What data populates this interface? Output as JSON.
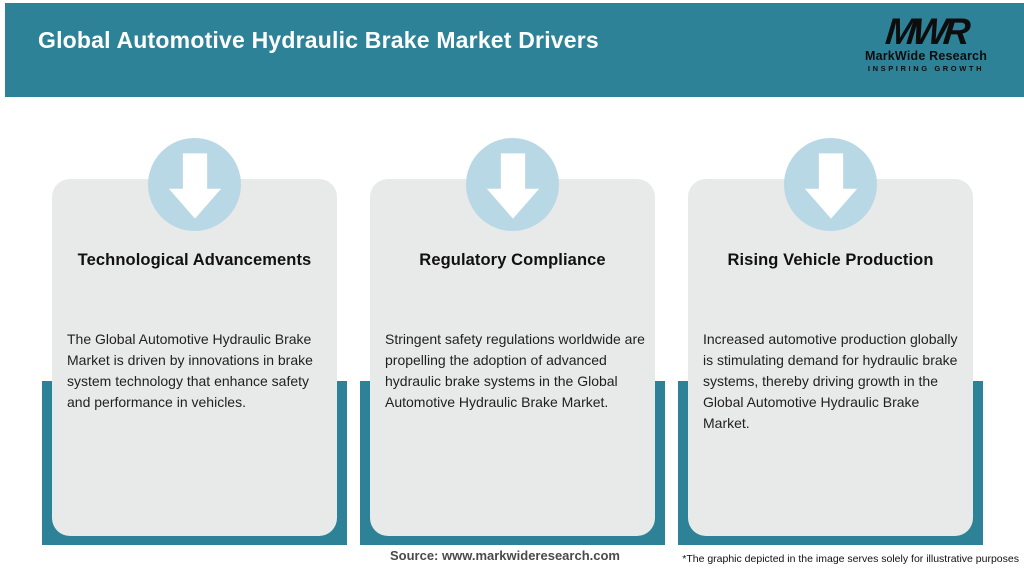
{
  "header": {
    "title": "Global Automotive Hydraulic Brake Market Drivers",
    "logo": {
      "monogram": "MWR",
      "name": "MarkWide Research",
      "tagline": "INSPIRING GROWTH"
    }
  },
  "cards": [
    {
      "icon": "down-arrow-icon",
      "title": "Technological Advancements",
      "body": "The Global Automotive Hydraulic Brake Market is driven by innovations in brake system technology that enhance safety and performance in vehicles."
    },
    {
      "icon": "down-arrow-icon",
      "title": "Regulatory Compliance",
      "body": "Stringent safety regulations worldwide are propelling the adoption of advanced hydraulic brake systems in the Global Automotive Hydraulic Brake Market."
    },
    {
      "icon": "down-arrow-icon",
      "title": "Rising Vehicle Production",
      "body": "Increased automotive production globally is stimulating demand for hydraulic brake systems, thereby driving growth in the Global Automotive Hydraulic Brake Market."
    }
  ],
  "footer": {
    "source": "Source: www.markwideresearch.com",
    "disclaimer": "*The graphic depicted in the image serves solely for illustrative purposes"
  },
  "colors": {
    "header_teal": "#2e8298",
    "card_backing_teal": "#2e8298",
    "circle_blue": "#b9d8e5",
    "card_gray": "#e8eaea",
    "title_text": "#111111",
    "header_text": "#ffffff"
  }
}
